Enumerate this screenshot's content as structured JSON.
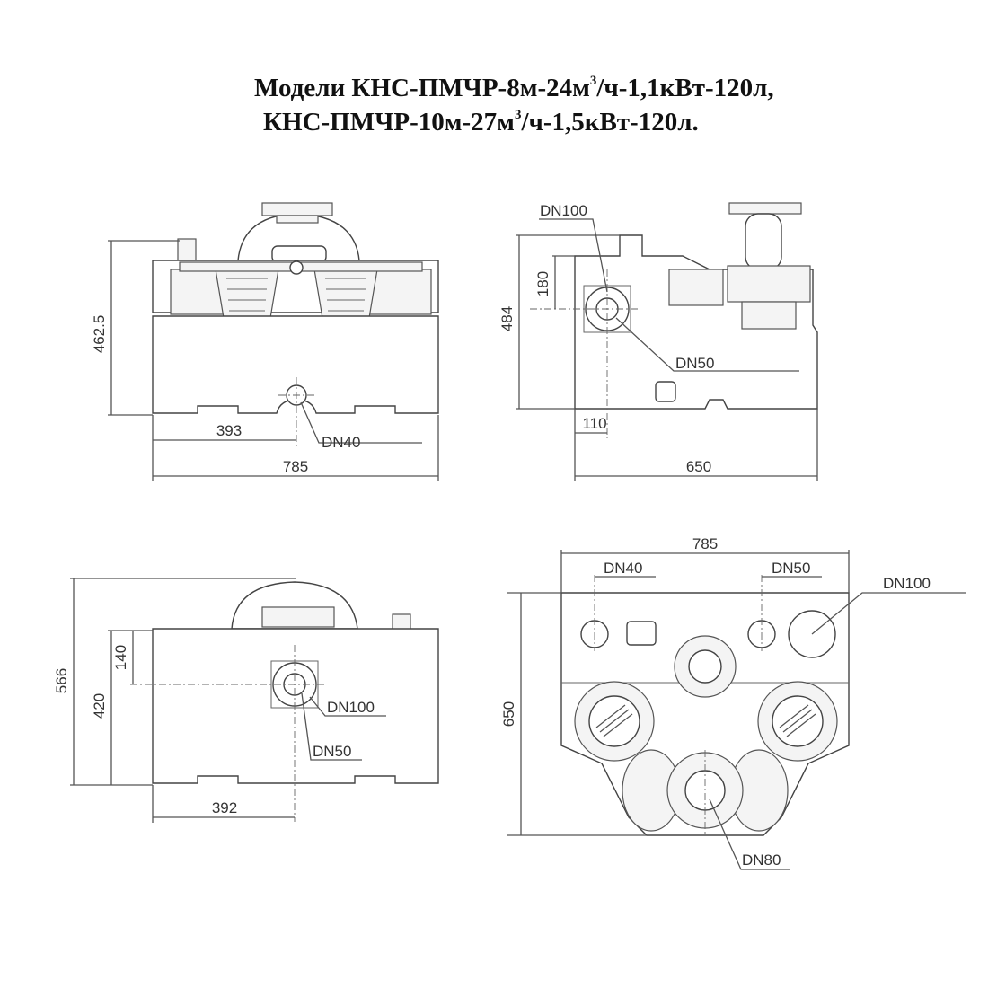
{
  "title": {
    "line1_a": "Модели КНС-ПМЧР-8м-24м",
    "line1_sup": "3",
    "line1_b": "/ч-1,1кВт-120л,",
    "line2_a": "КНС-ПМЧР-10м-27м",
    "line2_sup": "3",
    "line2_b": "/ч-1,5кВт-120л."
  },
  "front_view": {
    "dim_height": "462.5",
    "dim_393": "393",
    "dim_width": "785",
    "label_dn40": "DN40"
  },
  "side_view": {
    "label_dn100": "DN100",
    "dim_180": "180",
    "dim_height": "484",
    "label_dn50": "DN50",
    "dim_110": "110",
    "dim_width": "650"
  },
  "back_view": {
    "dim_height": "566",
    "dim_140": "140",
    "dim_420": "420",
    "label_dn100": "DN100",
    "label_dn50": "DN50",
    "dim_392": "392"
  },
  "top_view": {
    "dim_width": "785",
    "label_dn40": "DN40",
    "label_dn50": "DN50",
    "label_dn100": "DN100",
    "dim_height": "650",
    "label_dn80": "DN80"
  }
}
